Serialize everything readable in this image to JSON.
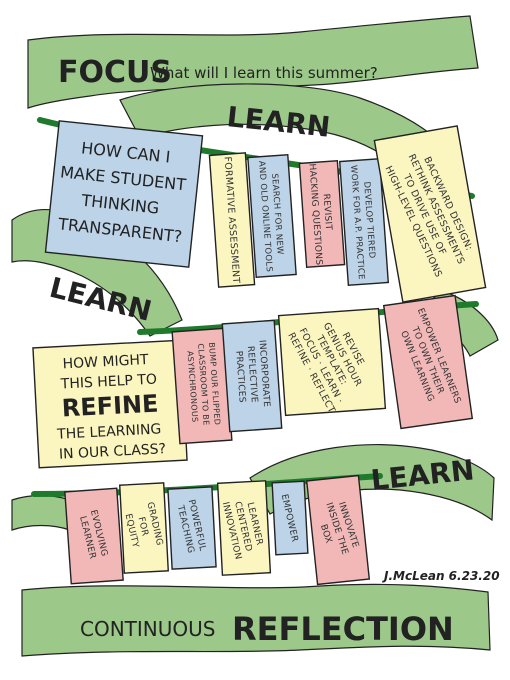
{
  "banner_top": {
    "word": "FOCUS",
    "question": "What will I learn this summer?"
  },
  "learn_words": [
    "LEARN",
    "LEARN",
    "LEARN"
  ],
  "row1": {
    "question": [
      "HOW CAN I",
      "MAKE STUDENT",
      "THINKING",
      "TRANSPARENT?"
    ],
    "cards": [
      {
        "lines": [
          "FORMATIVE ASSESSMENT"
        ]
      },
      {
        "lines": [
          "SEARCH FOR NEW",
          "AND OLD ONLINE TOOLS"
        ]
      },
      {
        "lines": [
          "REVISIT",
          "HACKING QUESTIONS"
        ]
      },
      {
        "lines": [
          "DEVELOP TIERED",
          "WORK FOR A.P. PRACTICE"
        ]
      },
      {
        "lines": [
          "BACKWARD DESIGN:",
          "RETHINK ASSESSMENTS",
          "TO DRIVE USE OF",
          "HIGH-LEVEL QUESTIONS"
        ]
      }
    ]
  },
  "row2": {
    "question": {
      "pre": [
        "HOW MIGHT",
        "THIS HELP TO"
      ],
      "emph": "REFINE",
      "post": [
        "THE LEARNING",
        "IN OUR CLASS?"
      ]
    },
    "cards": [
      {
        "lines": [
          "BUMP OUR FLIPPED",
          "CLASSROOM TO BE",
          "ASYNCHRONOUS"
        ]
      },
      {
        "lines": [
          "INCORPORATE",
          "REFLECTIVE",
          "PRACTICES"
        ]
      },
      {
        "lines": [
          "REVISE",
          "GENIUS HOUR",
          "TEMPLATE:",
          "FOCUS · LEARN ·",
          "REFINE · REFLECT"
        ]
      },
      {
        "lines": [
          "EMPOWER LEARNERS",
          "TO OWN THEIR",
          "OWN LEARNING"
        ]
      }
    ]
  },
  "row3": {
    "cards": [
      {
        "lines": [
          "EVOLVING",
          "LEARNER"
        ]
      },
      {
        "lines": [
          "GRADING",
          "FOR",
          "EQUITY"
        ]
      },
      {
        "lines": [
          "POWERFUL",
          "TEACHING"
        ]
      },
      {
        "lines": [
          "LEARNER",
          "CENTERED",
          "INNOVATION"
        ]
      },
      {
        "lines": [
          "EMPOWER"
        ]
      },
      {
        "lines": [
          "INNOVATE",
          "INSIDE THE",
          "BOX"
        ]
      }
    ]
  },
  "signature": "J.McLean 6.23.20",
  "banner_bottom": {
    "word1": "CONTINUOUS",
    "word2": "REFLECTION"
  },
  "colors": {
    "green": "#9cc98a",
    "rope": "#1f7a2c",
    "blue": "#bcd3e8",
    "yellow": "#fbf5c0",
    "pink": "#f2b8b8",
    "ink": "#222222"
  }
}
